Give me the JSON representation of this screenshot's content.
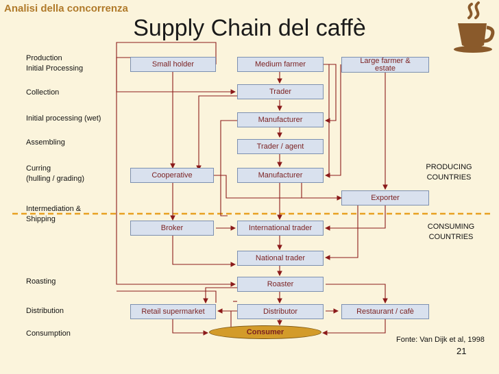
{
  "header": "Analisi della concorrenza",
  "title": "Supply Chain del caffè",
  "stages": [
    "Production\nInitial Processing",
    "Collection",
    "Initial processing (wet)",
    "Assembling",
    "Curring\n(hulling / grading)",
    "Intermediation &\nShipping",
    "Roasting",
    "Distribution",
    "Consumption"
  ],
  "regions": {
    "producing": "PRODUCING\nCOUNTRIES",
    "consuming": "CONSUMING\nCOUNTRIES"
  },
  "nodes": {
    "small_holder": "Small holder",
    "medium_farmer": "Medium farmer",
    "large_farmer": "Large farmer & estate",
    "trader": "Trader",
    "manufacturer_wet": "Manufacturer",
    "trader_agent": "Trader / agent",
    "cooperative": "Cooperative",
    "manufacturer": "Manufacturer",
    "exporter": "Exporter",
    "broker": "Broker",
    "international_trader": "International trader",
    "national_trader": "National trader",
    "roaster": "Roaster",
    "retail_supermarket": "Retail supermarket",
    "distributor": "Distributor",
    "restaurant_cafe": "Restaurant / cafè",
    "consumer": "Consumer"
  },
  "source": "Fonte: Van Dijk et al, 1998",
  "page_number": "21",
  "colors": {
    "arrow": "#8b1a1a",
    "box_fill": "#d9e1ee",
    "divider": "#e8a020",
    "header": "#b07a2a"
  },
  "icons": [
    "coffee-cup-icon"
  ]
}
